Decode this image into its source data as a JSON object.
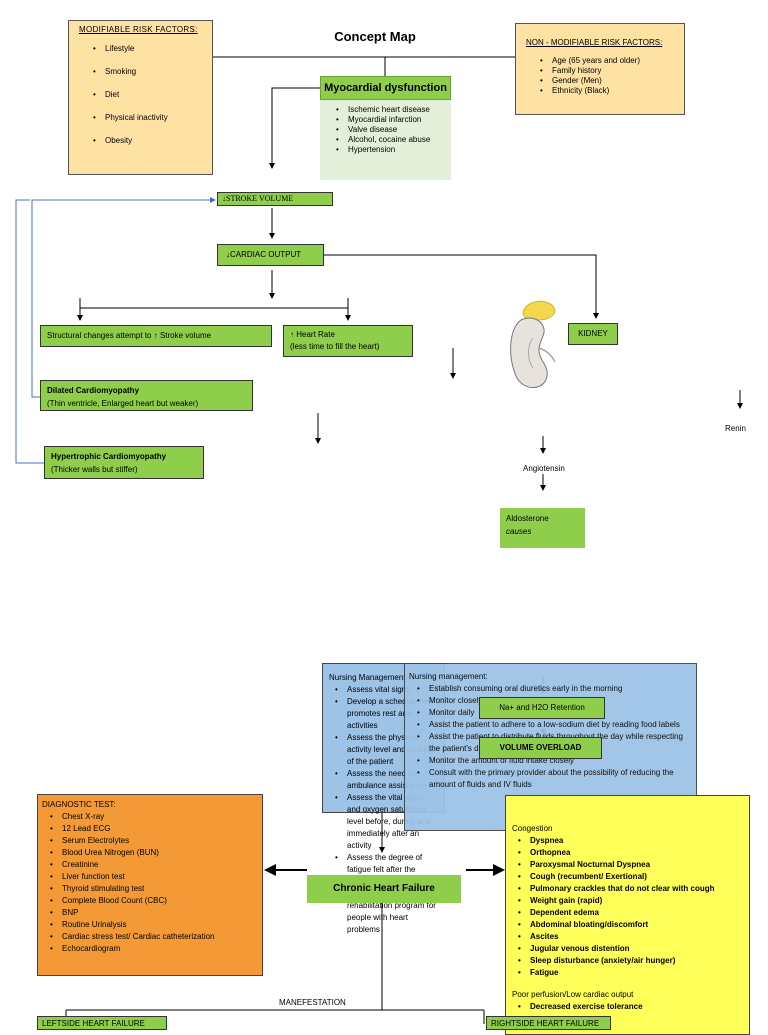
{
  "title": "Concept Map",
  "modifiable": {
    "heading": "MODIFIABLE RISK FACTORS:",
    "items": [
      "Lifestyle",
      "Smoking",
      "Diet",
      "Physical inactivity",
      "Obesity"
    ]
  },
  "non_modifiable": {
    "heading": "NON - MODIFIABLE RISK FACTORS:",
    "items": [
      "Age (65 years and older)",
      "Family history",
      "Gender (Men)",
      "Ethnicity (Black)"
    ]
  },
  "myocardial": {
    "heading": "Myocardial dysfunction",
    "items": [
      "Ischemic heart disease",
      "Myocardial infarction",
      "Valve disease",
      "Alcohol, cocaine abuse",
      "Hypertension"
    ]
  },
  "stroke_volume": "↓STROKE VOLUME",
  "cardiac_output": "↓CARDIAC OUTPUT",
  "structural": "Structural changes attempt to ↑ Stroke volume",
  "heart_rate": {
    "line1": "↑ Heart Rate",
    "line2": "(less time to fill the heart)"
  },
  "kidney": "KIDNEY",
  "dilated": {
    "line1": "Dilated Cardiomyopathy",
    "line2": "(Thin ventricle, Enlarged heart but weaker)"
  },
  "hypertrophic": {
    "line1": "Hypertrophic Cardiomyopathy",
    "line2": "(Thicker walls but stiffer)"
  },
  "renin": "Renin",
  "angiotensin": "Angiotensin",
  "aldosterone": {
    "line1": "Aldosterone",
    "line2": "causes"
  },
  "nursing1": {
    "heading": "Nursing Management:",
    "items": [
      "Assess vital signs",
      "Develop a schedule that promotes rest and activities",
      "Assess the physical activity level and mobility of the patient",
      "Assess the need for ambulance assistance",
      "Assess the vital signs and oxygen saturation level before, during and immediately after an activity",
      "Assess the degree of fatigue felt after the activity",
      "Referral to a cardiac rehabilitation program for people with heart problems"
    ]
  },
  "nursing2": {
    "heading": "Nursing management:",
    "items": [
      "Establish consuming oral diuretics early in the morning",
      "Monitor closely",
      "Monitor daily",
      "Assist the patient to adhere to a low-sodium diet by reading food labels",
      "Assist the patient to distribute fluids throughout the day while respecting the patient's dietary preferences",
      "Monitor the amount of fluid intake closely",
      "Consult with the primary provider about the possibility of reducing the amount of fluids and IV fluids"
    ]
  },
  "sodium": "Na+ and H2O Retention",
  "volume_overload": "VOLUME OVERLOAD",
  "diagnostic": {
    "heading": "DIAGNOSTIC TEST:",
    "items": [
      "Chest X-ray",
      "12 Lead ECG",
      "Serum Electrolytes",
      "Blood Urea Nitrogen (BUN)",
      "Creatinine",
      "Liver function test",
      "Thyroid stimulating test",
      "Complete Blood Count (CBC)",
      "BNP",
      "Routine Urinalysis",
      "Cardiac stress test/ Cardiac catheterization",
      "Echocardiogram"
    ]
  },
  "chf": "Chronic Heart Failure",
  "manifestation": "MANEFESTATION",
  "congestion": {
    "heading": "Congestion",
    "items": [
      "Dyspnea",
      "Orthopnea",
      "Paroxysmal Nocturnal Dyspnea",
      "Cough (recumbent/ Exertional)",
      "Pulmonary crackles that do not clear with cough",
      "Weight gain (rapid)",
      "Dependent edema",
      "Abdominal bloating/discomfort",
      "Ascites",
      "Jugular venous distention",
      "Sleep disturbance (anxiety/air hunger)",
      "Fatigue"
    ],
    "perfusion_heading": "Poor perfusion/Low cardiac output",
    "perfusion_items": [
      "Decreased exercise tolerance"
    ]
  },
  "left_failure": "LEFTSIDE HEART FAILURE",
  "right_failure": "RIGHTSIDE HEART FAILURE"
}
